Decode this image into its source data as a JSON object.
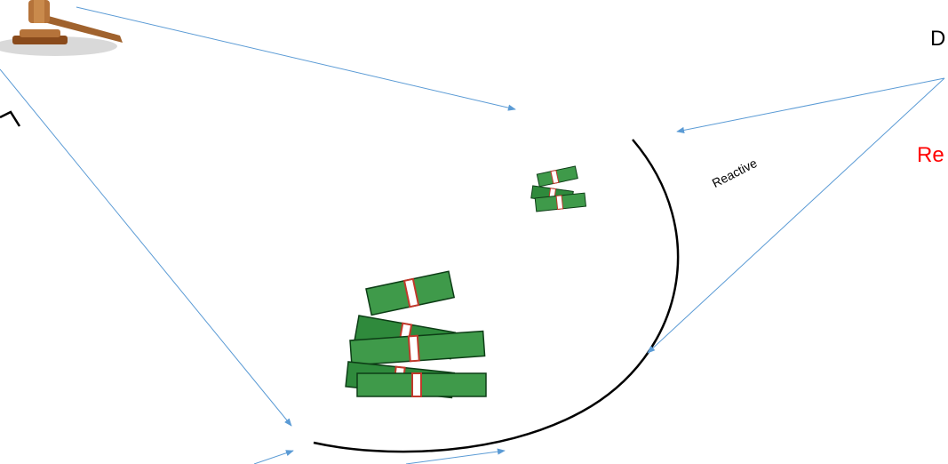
{
  "labels": {
    "partial_d": "D",
    "partial_re": "Re",
    "curve_label": "Reactive"
  },
  "colors": {
    "arrow": "#5b9bd5",
    "curve": "#000000",
    "highlight_text": "#ff0000",
    "money_dark": "#1b6b2a",
    "money_light": "#3f9a4a",
    "money_band": "#c0392b",
    "gavel_wood": "#a0622d"
  },
  "icons": [
    "gavel-icon",
    "money-stack-icon"
  ]
}
